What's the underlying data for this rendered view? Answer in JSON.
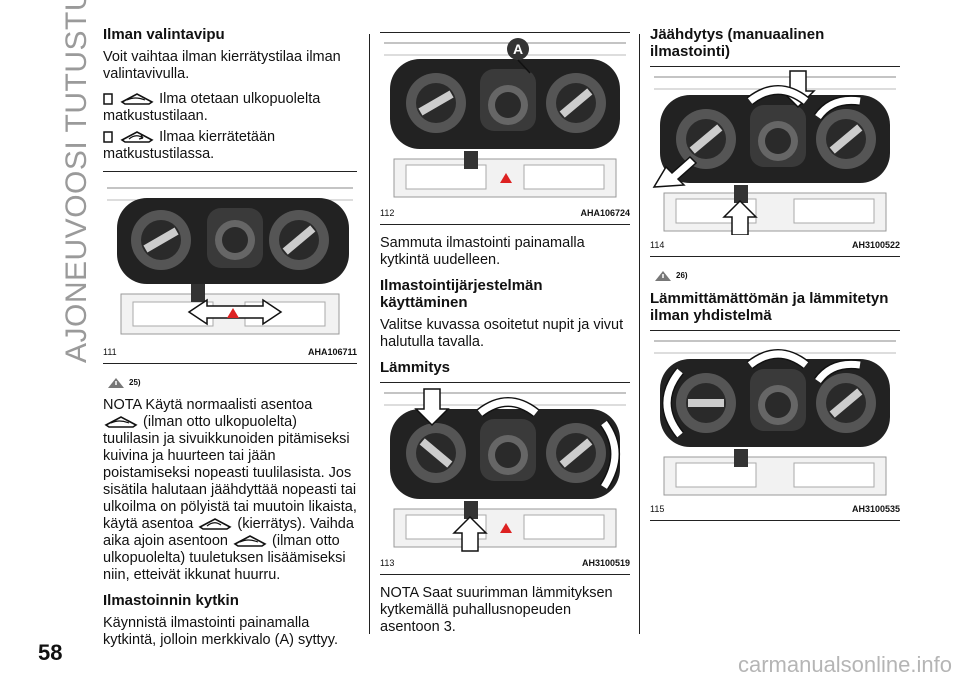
{
  "side_title": "AJONEUVOOSI TUTUSTUMINEN",
  "page_number": "58",
  "watermark": "carmanualsonline.info",
  "col1": {
    "heading1": "Ilman valintavipu",
    "intro": "Voit vaihtaa ilman kierrätystilaa ilman valintavivulla.",
    "opt1": "Ilma otetaan ulkopuolelta matkustustilaan.",
    "opt2": "Ilmaa kierrätetään matkustustilassa.",
    "fig111_num": "111",
    "fig111_code": "AHA106711",
    "warn25": "25)",
    "note_a": "NOTA Käytä normaalisti asentoa",
    "note_b": "(ilman otto ulkopuolelta) tuulilasin ja sivuikkunoiden pitämiseksi kuivina ja huurteen tai jään poistamiseksi nopeasti tuulilasista. Jos sisätila halutaan jäähdyttää nopeasti tai ulkoilma on pölyistä tai muutoin likaista, käytä asentoa",
    "note_c": "(kierrätys). Vaihda aika ajoin asentoon",
    "note_d": "(ilman otto ulkopuolelta) tuuletuksen lisäämiseksi niin, etteivät ikkunat huurru.",
    "heading2": "Ilmastoinnin kytkin",
    "switch_text": "Käynnistä ilmastointi painamalla kytkintä, jolloin merkkivalo (A) syttyy."
  },
  "col2": {
    "fig112_num": "112",
    "fig112_code": "AHA106724",
    "fig112_label": "A",
    "off_text": "Sammuta ilmastointi painamalla kytkintä uudelleen.",
    "heading1": "Ilmastointijärjestelmän käyttäminen",
    "use_text": "Valitse kuvassa osoitetut nupit ja vivut halutulla tavalla.",
    "heading2": "Lämmitys",
    "fig113_num": "113",
    "fig113_code": "AH3100519",
    "nota": "NOTA Saat suurimman lämmityksen kytkemällä puhallusnopeuden asentoon 3."
  },
  "col3": {
    "heading1": "Jäähdytys (manuaalinen ilmastointi)",
    "fig114_num": "114",
    "fig114_code": "AH3100522",
    "warn26": "26)",
    "heading2": "Lämmittämättömän ja lämmitetyn ilman yhdistelmä",
    "fig115_num": "115",
    "fig115_code": "AH3100535"
  }
}
